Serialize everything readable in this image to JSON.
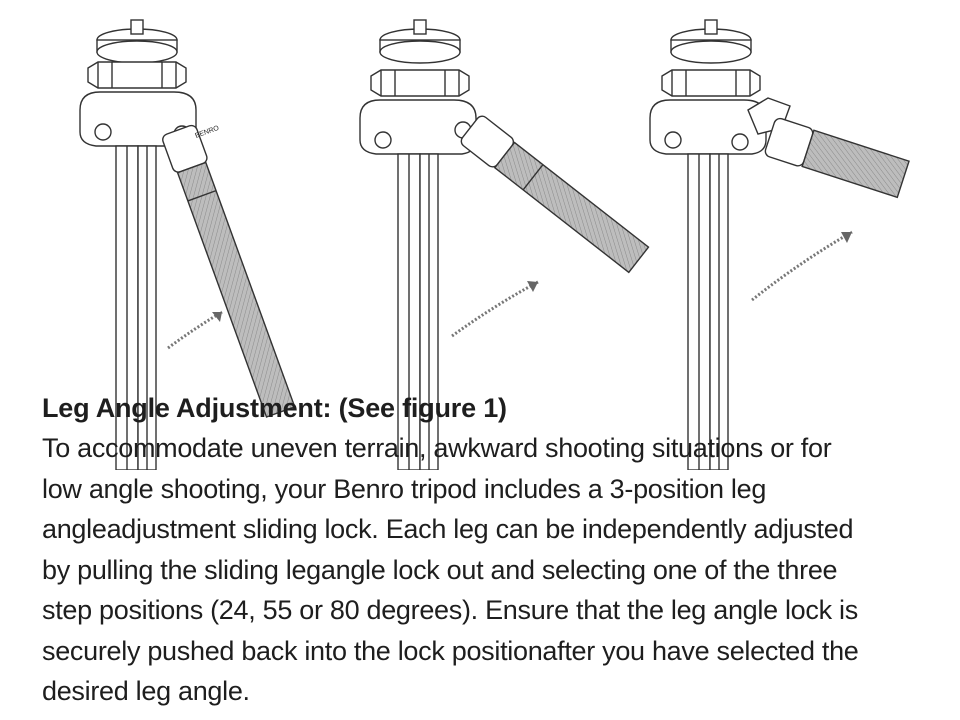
{
  "figure": {
    "logo_text": "BENRO",
    "positions": [
      "24",
      "55",
      "80"
    ]
  },
  "text": {
    "heading": "Leg Angle Adjustment: (See figure 1)",
    "lines": [
      "To accommodate uneven terrain, awkward shooting situations or for",
      "low angle shooting, your Benro tripod includes a 3-position leg",
      "angleadjustment sliding lock. Each leg can be independently adjusted",
      "by pulling the sliding legangle lock out and selecting one of the three",
      "step positions (24, 55 or 80 degrees). Ensure that the leg angle lock is",
      "securely pushed back into the lock positionafter you have selected the",
      "desired leg angle."
    ]
  }
}
